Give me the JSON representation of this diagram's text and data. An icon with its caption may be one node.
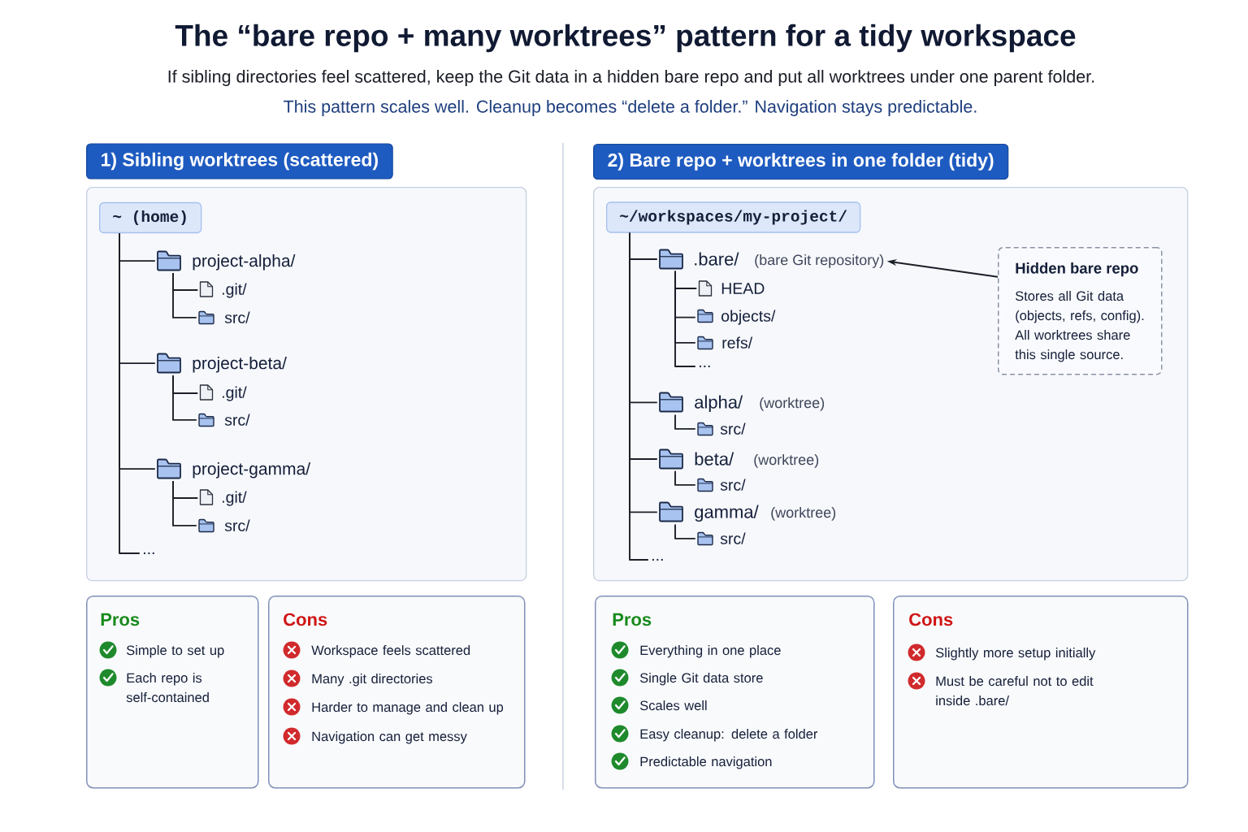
{
  "diagram": {
    "title": "The “bare repo + many worktrees” pattern for a tidy workspace",
    "nodes": [
      {
        "text": [
          "1) Sibling worktrees (scattered)"
        ]
      },
      {
        "text": [],
        "shape": "box"
      },
      {
        "text": [
          "~ (home)"
        ],
        "in": 1
      },
      {
        "text": [
          "project-alpha/"
        ],
        "in": 1
      },
      {
        "text": [
          ".git/"
        ],
        "in": 1
      },
      {
        "text": [
          "src/"
        ],
        "in": 1
      },
      {
        "text": [
          "project-beta/"
        ],
        "in": 1
      },
      {
        "text": [
          ".git/"
        ],
        "in": 1
      },
      {
        "text": [
          "src/"
        ],
        "in": 1
      },
      {
        "text": [
          "project-gamma/"
        ],
        "in": 1
      },
      {
        "text": [
          ".git/"
        ],
        "in": 1
      },
      {
        "text": [
          "src/"
        ],
        "in": 1
      },
      {
        "text": [
          "..."
        ],
        "in": 1
      },
      {
        "text": [
          "Pros",
          "Simple to set up",
          "Each repo is self-contained"
        ]
      },
      {
        "text": [
          "Cons",
          "Workspace feels scattered",
          "Many .git directories",
          "Harder to manage and clean up",
          "Navigation can get messy"
        ]
      },
      {
        "text": [
          "2) Bare repo + worktrees in one folder (tidy)"
        ]
      },
      {
        "text": [],
        "shape": "box"
      },
      {
        "text": [
          "~/workspaces/my-project/"
        ],
        "in": 16
      },
      {
        "text": [
          ".bare/"
        ],
        "in": 16
      },
      {
        "text": [
          "(bare Git repository)"
        ],
        "in": 16
      },
      {
        "text": [
          "HEAD"
        ],
        "in": 16
      },
      {
        "text": [
          "objects/"
        ],
        "in": 16
      },
      {
        "text": [
          "refs/"
        ],
        "in": 16
      },
      {
        "text": [
          "..."
        ],
        "in": 16
      },
      {
        "text": [
          "alpha/"
        ],
        "in": 16
      },
      {
        "text": [
          "src/"
        ],
        "in": 16
      },
      {
        "text": [
          "beta/"
        ],
        "in": 16
      },
      {
        "text": [
          "src/"
        ],
        "in": 16
      },
      {
        "text": [
          "gamma/"
        ],
        "in": 16
      },
      {
        "text": [
          "src/"
        ],
        "in": 16
      },
      {
        "text": [
          "..."
        ],
        "in": 16
      },
      {
        "text": [
          "Hidden bare repo",
          "Stores all Git data (objects, refs, config). All worktrees share this single source."
        ],
        "in": 16
      },
      {
        "text": [
          "Pros",
          "Everything in one place",
          "Single Git data store",
          "Scales well",
          "Easy cleanup: delete a folder",
          "Predictable navigation"
        ]
      },
      {
        "text": [
          "Cons",
          "Slightly more setup initially",
          "Must be careful not to edit inside .bare/"
        ]
      }
    ],
    "edges": [
      {
        "from": 2,
        "to": 3,
        "arrow": "none"
      },
      {
        "from": 2,
        "to": 6,
        "arrow": "none"
      },
      {
        "from": 2,
        "to": 9,
        "arrow": "none"
      },
      {
        "from": 2,
        "to": 12,
        "arrow": "none"
      },
      {
        "from": 3,
        "to": 4,
        "arrow": "none"
      },
      {
        "from": 3,
        "to": 5,
        "arrow": "none"
      },
      {
        "from": 6,
        "to": 7,
        "arrow": "none"
      },
      {
        "from": 6,
        "to": 8,
        "arrow": "none"
      },
      {
        "from": 9,
        "to": 10,
        "arrow": "none"
      },
      {
        "from": 9,
        "to": 11,
        "arrow": "none"
      },
      {
        "from": 17,
        "to": 18,
        "arrow": "none"
      },
      {
        "from": 17,
        "to": 24,
        "arrow": "none"
      },
      {
        "from": 17,
        "to": 26,
        "arrow": "none"
      },
      {
        "from": 17,
        "to": 28,
        "arrow": "none"
      },
      {
        "from": 17,
        "to": 30,
        "arrow": "none"
      },
      {
        "from": 18,
        "to": 20,
        "arrow": "none"
      },
      {
        "from": 18,
        "to": 21,
        "arrow": "none"
      },
      {
        "from": 18,
        "to": 22,
        "arrow": "none"
      },
      {
        "from": 18,
        "to": 23,
        "arrow": "none"
      },
      {
        "from": 24,
        "to": 25,
        "arrow": "none"
      },
      {
        "from": 26,
        "to": 27,
        "arrow": "none"
      },
      {
        "from": 28,
        "to": 29,
        "arrow": "none"
      },
      {
        "from": 31,
        "to": 19,
        "arrow": "to"
      }
    ],
    "labels": [
      "If sibling directories feel scattered, keep the Git data in a hidden bare repo and put all worktrees under one parent folder.",
      "This pattern scales well. Cleanup becomes “delete a folder.” Navigation stays predictable.",
      "(worktree)",
      "(worktree)",
      "(worktree)"
    ]
  }
}
